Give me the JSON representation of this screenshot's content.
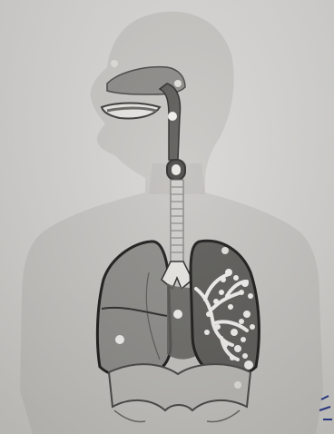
{
  "figure": {
    "label_count": 0
  },
  "palette": {
    "background": "#d8d7d4",
    "body_silhouette": "#bdbcb8",
    "organ_fill": "#8f8e8b",
    "organ_dark": "#5f5e5b",
    "outline": "#2f2e2c",
    "highlight": "#f2f1ee"
  },
  "parts": [
    "nasal-cavity",
    "oral-cavity",
    "pharynx",
    "larynx",
    "trachea",
    "bronchi",
    "right-lung",
    "left-lung-bronchioles",
    "diaphragm"
  ]
}
